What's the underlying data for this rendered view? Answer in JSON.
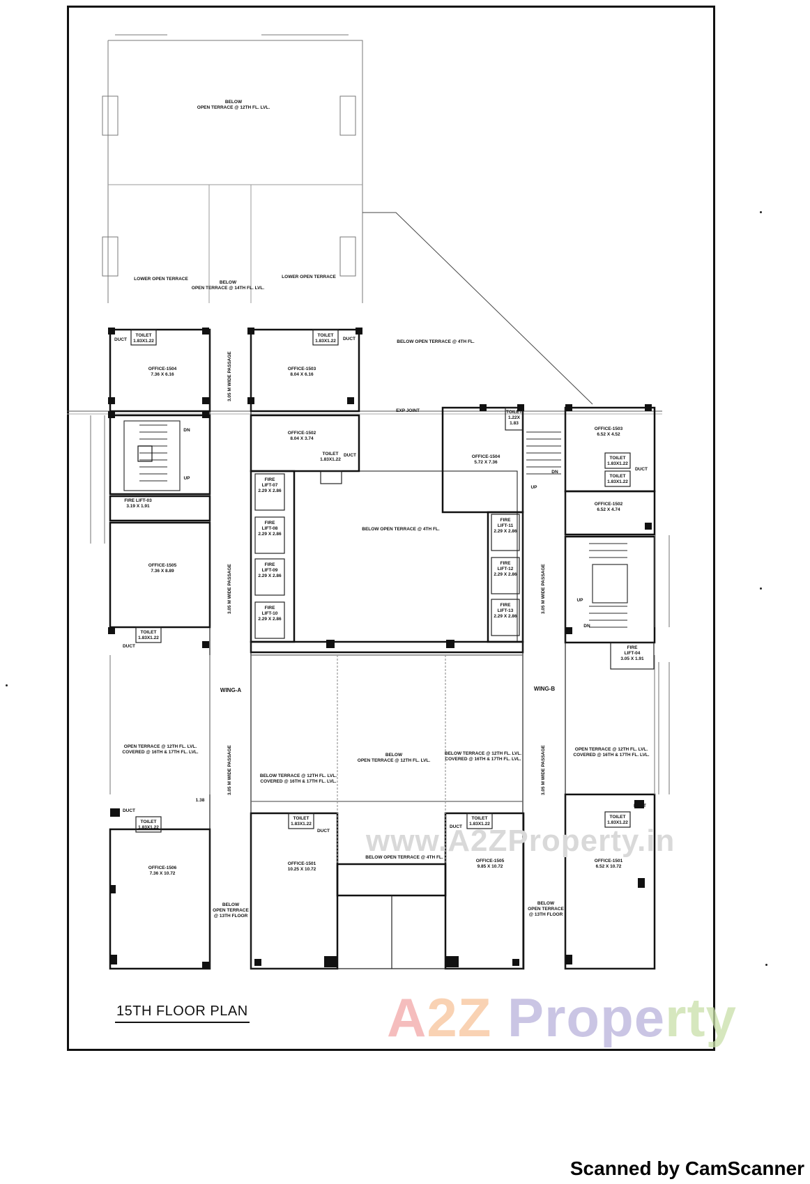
{
  "plan_title": "15TH FLOOR PLAN",
  "scanner_credit": "Scanned by CamScanner",
  "watermark_faint": "www.A2ZProperty.in",
  "watermark_logo": {
    "a": "A",
    "z": "2Z ",
    "p": "Prope",
    "r": "rty"
  },
  "labels": {
    "top_terrace": "BELOW\nOPEN TERRACE @ 12TH FL. LVL.",
    "lower_terrace_left": "LOWER OPEN TERRACE",
    "lower_terrace_right": "LOWER OPEN TERRACE",
    "below_14th": "BELOW\nOPEN TERRACE @ 14TH FL. LVL.",
    "below_4th_top": "BELOW OPEN TERRACE @ 4TH FL.",
    "exp_joint": "EXP JOINT",
    "toilet_a1": "TOILET\n1.83X1.22",
    "duct_a1": "DUCT",
    "office_a1504": "OFFICE-1504\n7.36 X 6.16",
    "toilet_a2": "TOILET\n1.83X1.22",
    "duct_a2": "DUCT",
    "office_a1503": "OFFICE-1503\n8.04 X 6.16",
    "office_a1502": "OFFICE-1502\n8.04 X 3.74",
    "toilet_a3": "TOILET\n1.83X1.22",
    "duct_a3": "DUCT",
    "dn_a": "DN",
    "up_a": "UP",
    "fire_lift_03": "FIRE LIFT-03\n3.19 X 1.91",
    "fire_lift_07": "FIRE\nLIFT-07\n2.29 X 2.86",
    "fire_lift_08": "FIRE\nLIFT-08\n2.29 X 2.86",
    "fire_lift_09": "FIRE\nLIFT-09\n2.29 X 2.86",
    "fire_lift_10": "FIRE\nLIFT-10\n2.29 X 2.86",
    "office_a1505": "OFFICE-1505\n7.36 X 8.89",
    "toilet_a4": "TOILET\n1.83X1.22",
    "duct_a4": "DUCT",
    "passage_a1": "3.05 M WIDE PASSAGE",
    "passage_a2": "3.05 M WIDE PASSAGE",
    "passage_a3": "3.05 M WIDE PASSAGE",
    "wing_a": "WING-A",
    "open_terrace_a": "OPEN TERRACE @ 12TH FL. LVL.\nCOVERED @ 16TH & 17TH FL. LVL.",
    "dim_138": "1.38",
    "duct_a5": "DUCT",
    "toilet_a5": "TOILET\n1.83X1.22",
    "office_a1506": "OFFICE-1506\n7.36 X 10.72",
    "below_13th_a": "BELOW\nOPEN TERRACE\n@ 13TH FLOOR",
    "below_terrace_left": "BELOW TERRACE @ 12TH FL. LVL.\nCOVERED @ 16TH & 17TH FL. LVL.",
    "below_center": "BELOW\nOPEN TERRACE @ 12TH FL. LVL.",
    "below_terrace_right": "BELOW TERRACE @ 12TH FL. LVL.\nCOVERED @ 16TH & 17TH FL. LVL.",
    "toilet_c1": "TOILET\n1.83X1.22",
    "duct_c1": "DUCT",
    "office_a1501": "OFFICE-1501\n10.25 X 10.72",
    "below_4th_bottom": "BELOW OPEN TERRACE @ 4TH FL.",
    "duct_c2": "DUCT",
    "toilet_c2": "TOILET\n1.83X1.22",
    "office_b1505": "OFFICE-1505\n9.85 X 10.72",
    "below_4th_center": "BELOW OPEN TERRACE @ 4TH FL.",
    "toilet_b1": "TOILET\n1.22X\n1.83",
    "office_b1504": "OFFICE-1504\n5.72 X 7.36",
    "fire_lift_11": "FIRE\nLIFT-11\n2.29 X 2.86",
    "fire_lift_12": "FIRE\nLIFT-12\n2.29 X 2.86",
    "fire_lift_13": "FIRE\nLIFT-13\n2.29 X 2.86",
    "up_b1": "UP",
    "dn_b1": "DN",
    "office_b1503": "OFFICE-1503\n6.52 X 4.52",
    "toilet_b2": "TOILET\n1.83X1.22",
    "toilet_b3": "TOILET\n1.83X1.22",
    "duct_b1": "DUCT",
    "office_b1502": "OFFICE-1502\n6.52 X 4.74",
    "up_b2": "UP",
    "dn_b2": "DN",
    "fire_lift_04": "FIRE\nLIFT-04\n3.05 X 1.91",
    "passage_b1": "3.05 M WIDE PASSAGE",
    "passage_b2": "3.05 M WIDE PASSAGE",
    "wing_b": "WING-B",
    "open_terrace_b": "OPEN TERRACE @ 12TH FL. LVL.\nCOVERED @ 16TH & 17TH FL. LVL.",
    "duct_b2": "DUCT",
    "toilet_b4": "TOILET\n1.83X1.22",
    "office_b1501": "OFFICE-1501\n6.52 X 10.72",
    "below_13th_b": "BELOW\nOPEN TERRACE\n@ 13TH FLOOR"
  }
}
